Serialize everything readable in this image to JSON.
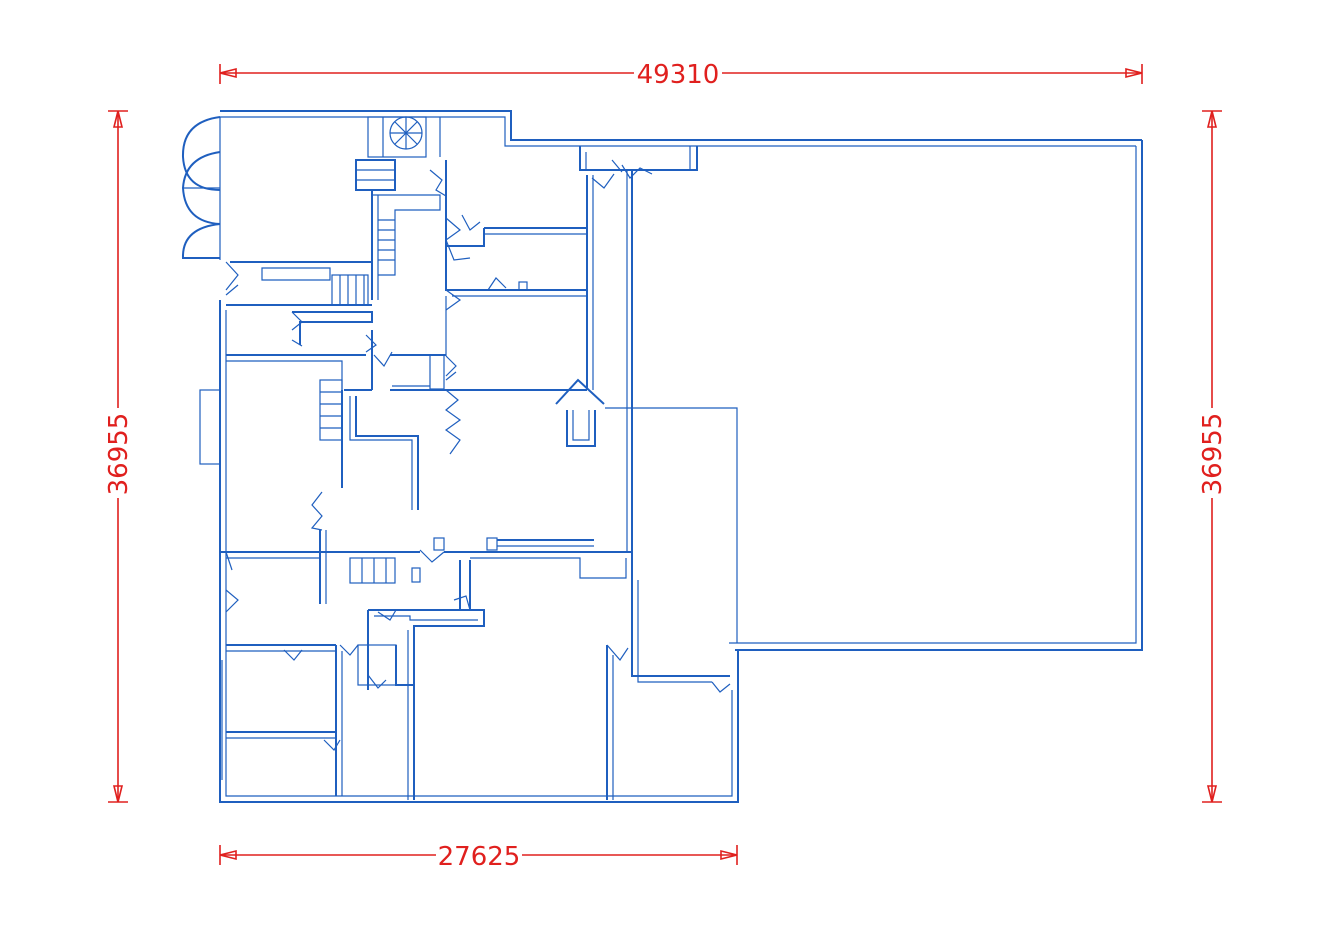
{
  "dimensions": {
    "top": "49310",
    "left": "36955",
    "right": "36955",
    "bottom": "27625"
  },
  "colors": {
    "walls": "#1f5fbf",
    "dimensions": "#e0201e",
    "background": "#ffffff"
  }
}
